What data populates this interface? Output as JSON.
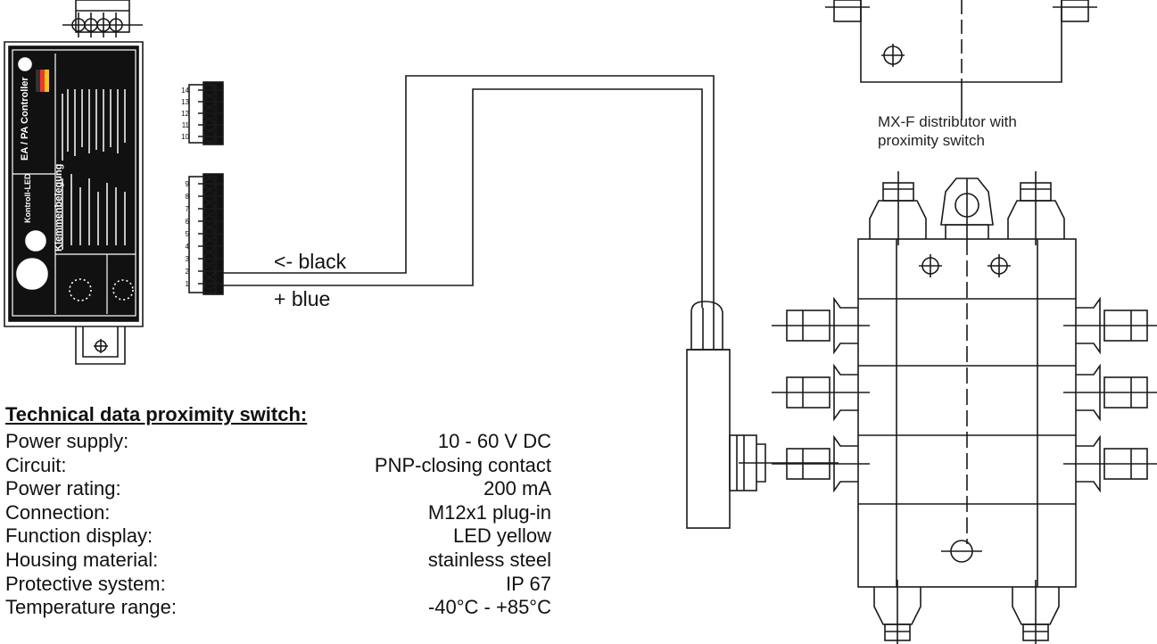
{
  "labels": {
    "black_wire": "<- black",
    "blue_wire": "+ blue",
    "distributor_line1": "MX-F distributor with",
    "distributor_line2": "proximity switch"
  },
  "controller": {
    "title": "EA / PA Controller",
    "terminal_heading": "Klemmenbelegung",
    "led_label": "Kontroll-LED",
    "terminal_numbers_top": [
      "10",
      "11",
      "12",
      "13",
      "14"
    ],
    "terminal_numbers_bottom": [
      "1",
      "2",
      "3",
      "4",
      "5",
      "6",
      "7",
      "8",
      "9"
    ]
  },
  "tech_data": {
    "title": "Technical data proximity switch:",
    "rows": [
      {
        "label": "Power supply:",
        "value": "10 - 60 V DC"
      },
      {
        "label": "Circuit:",
        "value": "PNP-closing contact"
      },
      {
        "label": "Power rating:",
        "value": "200 mA"
      },
      {
        "label": "Connection:",
        "value": "M12x1 plug-in"
      },
      {
        "label": "Function display:",
        "value": "LED yellow"
      },
      {
        "label": "Housing material:",
        "value": "stainless steel"
      },
      {
        "label": "Protective system:",
        "value": "IP 67"
      },
      {
        "label": "Temperature range:",
        "value": "-40°C - +85°C"
      }
    ]
  }
}
